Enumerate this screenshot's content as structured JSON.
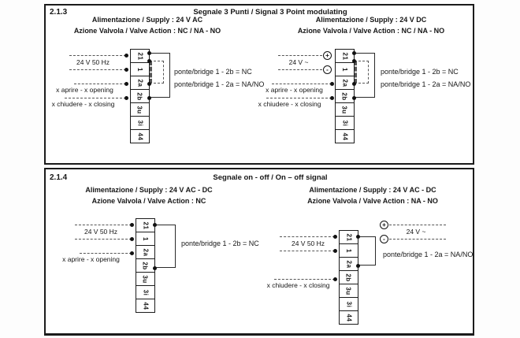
{
  "terminals": [
    "21",
    "1",
    "2a",
    "2b",
    "3u",
    "3i",
    "44"
  ],
  "panels": [
    {
      "section": "2.1.3",
      "title": "Segnale 3 Punti / Signal 3 Point modulating",
      "left_header": {
        "supply": "Alimentazione / Supply : 24 V AC",
        "action": "Azione Valvola / Valve Action : NC / NA - NO"
      },
      "right_header": {
        "supply": "Alimentazione / Supply : 24 V DC",
        "action": "Azione Valvola / Valve Action : NC / NA - NO"
      },
      "left_diagram": {
        "supply_label": "24 V 50 Hz",
        "opening_label": "x aprire - x opening",
        "closing_label": "x chiudere - x closing",
        "bridge_line1": "ponte/bridge 1 - 2b = NC",
        "bridge_line2": "ponte/bridge 1 - 2a = NA/NO"
      },
      "right_diagram": {
        "plus": "+",
        "minus": "-",
        "supply_label": "24 V ~",
        "opening_label": "x aprire - x opening",
        "closing_label": "x chiudere - x closing",
        "bridge_line1": "ponte/bridge 1 - 2b = NC",
        "bridge_line2": "ponte/bridge 1 - 2a = NA/NO"
      }
    },
    {
      "section": "2.1.4",
      "title": "Segnale on - off / On – off signal",
      "left_header": {
        "supply": "Alimentazione / Supply : 24 V AC - DC",
        "action": "Azione Valvola / Valve Action : NC"
      },
      "right_header": {
        "supply": "Alimentazione / Supply : 24 V AC - DC",
        "action": "Azione Valvola / Valve Action : NA - NO"
      },
      "left_diagram": {
        "supply_label": "24 V 50 Hz",
        "opening_label": "x aprire - x opening",
        "bridge_line1": "ponte/bridge 1 - 2b = NC"
      },
      "right_diagram": {
        "plus": "+",
        "minus": "-",
        "supply_label": "24 V 50 Hz",
        "dc_label": "24 V ~",
        "closing_label": "x chiudere - x closing",
        "bridge_line1": "ponte/bridge 1 - 2a = NA/NO"
      }
    }
  ]
}
